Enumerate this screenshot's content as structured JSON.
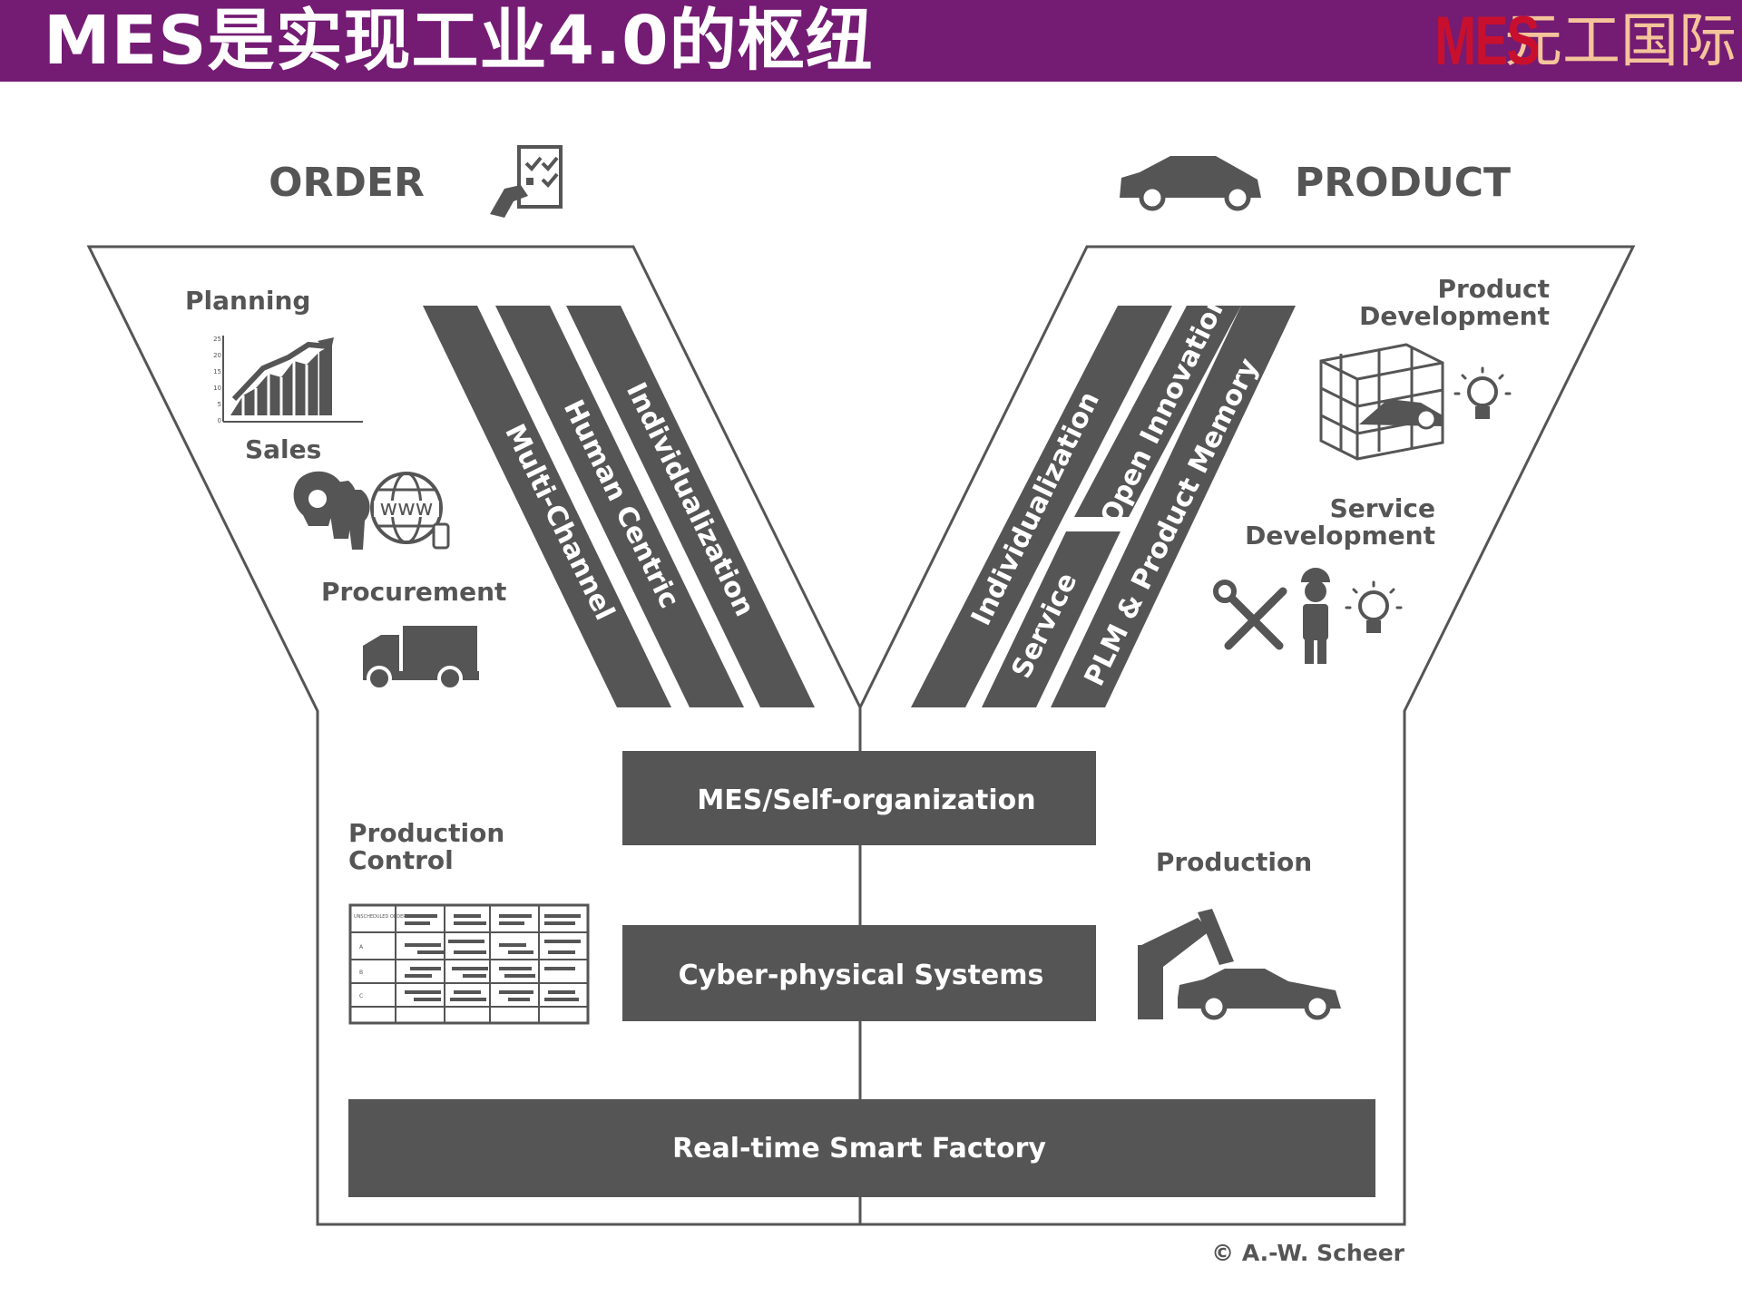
{
  "header": {
    "title": "MES是实现工业4.0的枢纽",
    "logo_mes": "MES",
    "logo_cn": "元工国际"
  },
  "diagram": {
    "order_label": "ORDER",
    "product_label": "PRODUCT",
    "left_labels": {
      "planning": "Planning",
      "sales": "Sales",
      "www": "www",
      "procurement": "Procurement",
      "production_control_1": "Production",
      "production_control_2": "Control"
    },
    "right_labels": {
      "product_dev_1": "Product",
      "product_dev_2": "Development",
      "service_dev_1": "Service",
      "service_dev_2": "Development",
      "production": "Production"
    },
    "left_stripes": [
      "Multi-Channel",
      "Human Centric",
      "Individualization"
    ],
    "right_stripes": {
      "individualization": "Individualization",
      "open_innovation": "Open Innovation",
      "service": "Service",
      "plm": "PLM & Product Memory"
    },
    "boxes": {
      "mes": "MES/Self-organization",
      "cps": "Cyber-physical Systems",
      "factory": "Real-time Smart Factory"
    },
    "copyright": "© A.-W. Scheer",
    "planning_axis_ticks": [
      "25",
      "20",
      "15",
      "10",
      "5",
      "0"
    ],
    "table_header": "UNSCHEDULED ORDERS",
    "table_rows": [
      "A",
      "B",
      "C"
    ]
  },
  "colors": {
    "header_bg": "#741b74",
    "dark_gray": "#555555",
    "logo_red": "#c8102e",
    "logo_peach": "#f5c49a"
  }
}
